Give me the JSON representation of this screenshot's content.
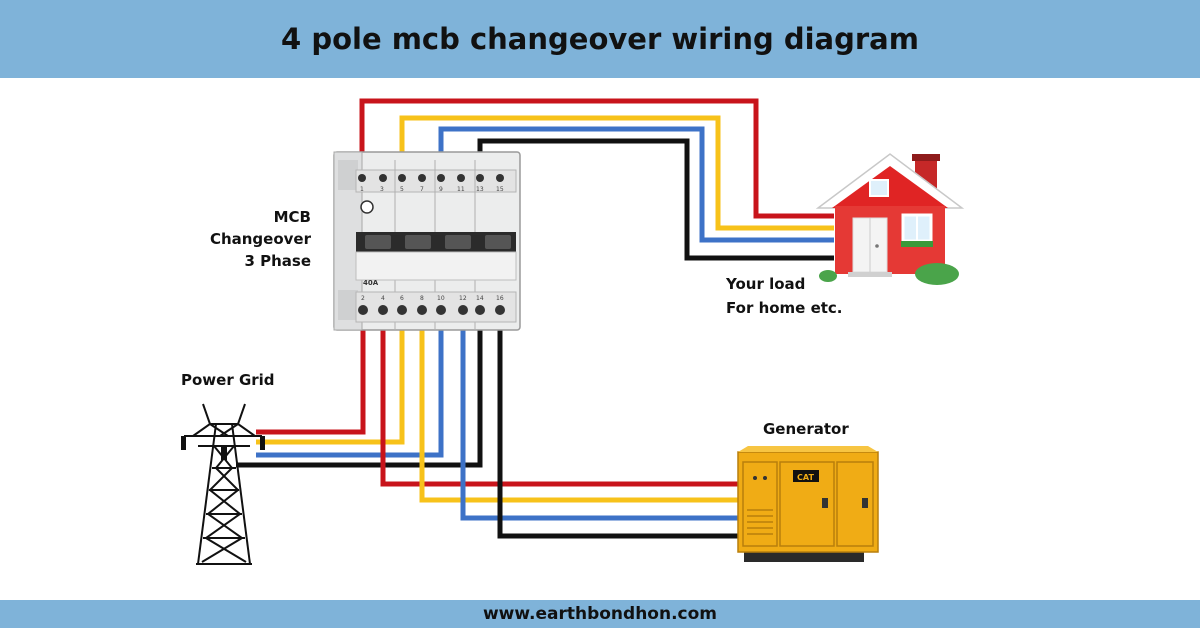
{
  "title": "4 pole mcb changeover wiring diagram",
  "footer": "www.earthbondhon.com",
  "labels": {
    "mcb_line1": "MCB",
    "mcb_line2": "Changeover",
    "mcb_line3": "3 Phase",
    "load_line1": "Your load",
    "load_line2": "For home etc.",
    "power_grid": "Power Grid",
    "generator": "Generator"
  },
  "device_text": {
    "terminals_top": [
      "1",
      "3",
      "5",
      "7",
      "9",
      "11",
      "13",
      "15"
    ],
    "terminals_bottom": [
      "2",
      "4",
      "6",
      "8",
      "10",
      "12",
      "14",
      "16"
    ],
    "rating": "40A",
    "brand": "CAT"
  },
  "colors": {
    "header_bg": "#7fb3d9",
    "red_wire": "#c8141b",
    "yellow_wire": "#f7c21a",
    "blue_wire": "#3d72c7",
    "black_wire": "#111111"
  }
}
